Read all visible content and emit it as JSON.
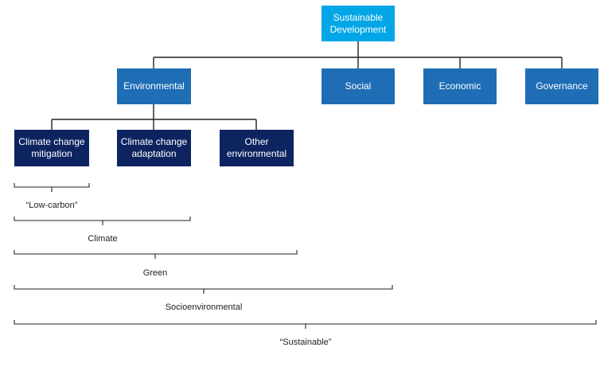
{
  "nodes": {
    "root": "Sustainable\nDevelopment",
    "environmental": "Environmental",
    "social": "Social",
    "economic": "Economic",
    "governance": "Governance",
    "mitigation": "Climate change\nmitigation",
    "adaptation": "Climate change\nadaptation",
    "other_env": "Other\nenvironmental"
  },
  "scopes": {
    "low_carbon": "“Low-carbon”",
    "climate": "Climate",
    "green": "Green",
    "socioenvironmental": "Socioenvironmental",
    "sustainable": "“Sustainable”"
  },
  "colors": {
    "root": "#00a6e6",
    "pillar": "#1f6eb5",
    "sub": "#0d2460",
    "lines": "#222222"
  }
}
